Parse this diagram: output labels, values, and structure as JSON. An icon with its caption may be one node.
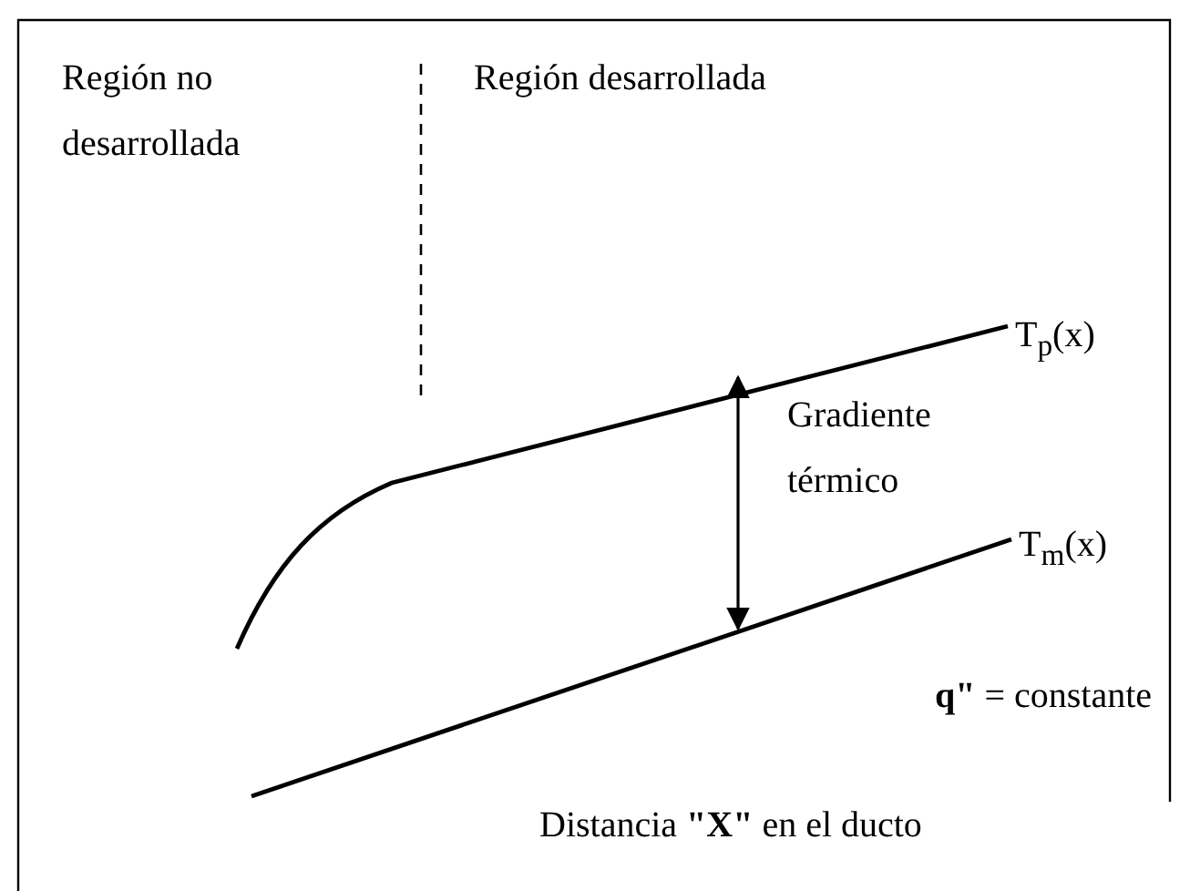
{
  "diagram": {
    "labels": [
      "Región no desarrollada",
      "Región desarrollada",
      "T$_{p}$(x)",
      "Gradiente térmico",
      "T$_{m}$(x)",
      "**q\"** = constante",
      "Distancia **\"X\"** en el ducto"
    ]
  }
}
